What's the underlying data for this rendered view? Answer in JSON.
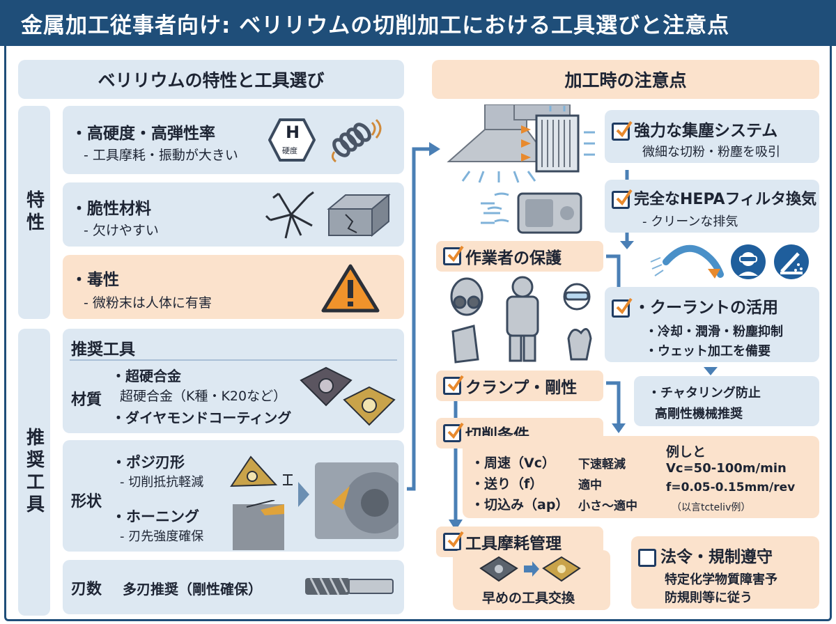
{
  "header": {
    "title": "金属加工従事者向け: ベリリウムの切削加工における工具選びと注意点"
  },
  "left": {
    "section_title": "ベリリウムの特性と工具選び",
    "side_char": "特性",
    "side_tool": "推奨工具",
    "char1": {
      "title": "・高硬度・高弾性率",
      "sub": "- 工具摩耗・振動が大きい",
      "icon_text": "H",
      "icon_sub": "硬度"
    },
    "char2": {
      "title": "・脆性材料",
      "sub": "- 欠けやすい"
    },
    "char3": {
      "title": "・毒性",
      "sub": "- 微粉末は人体に有害"
    },
    "tools_title": "推奨工具",
    "material": {
      "label": "材質",
      "l1": "・超硬合金",
      "l2": "超硬合金（K種・K20など）",
      "l3": "・ダイヤモンドコーティング"
    },
    "shape": {
      "label": "形状",
      "l1": "・ポジ刃形",
      "l2": "- 切削抵抗軽減",
      "l3": "・ホーニング",
      "l4": "- 刃先強度確保"
    },
    "flutes": {
      "label": "刃数",
      "value": "多刃推奨（剛性確保）"
    }
  },
  "right": {
    "section_title": "加工時の注意点",
    "dust": {
      "title": "強力な集塵システム",
      "sub": "微細な切粉・粉塵を吸引"
    },
    "hepa": {
      "title": "完全なHEPAフィルタ換気",
      "sub": "- クリーンな排気"
    },
    "worker": {
      "title": "作業者の保護"
    },
    "coolant": {
      "title": "・クーラントの活用",
      "l1": "・冷却・潤滑・粉塵抑制",
      "l2": "・ウェット加工を備要"
    },
    "clamp": {
      "title": "クランプ・剛性",
      "l1": "・チャタリング防止",
      "l2": "高剛性機械推奨"
    },
    "cutting": {
      "title": "切削条件",
      "rows": [
        {
          "name": "・周速（Vc）",
          "val": "下速軽減"
        },
        {
          "name": "・送り（f）",
          "val": "適中"
        },
        {
          "name": "・切込み（ap）",
          "val": "小さ〜適中"
        }
      ],
      "ex_title": "例しと",
      "ex1": "Vc=50-100m/min",
      "ex2": "f=0.05-0.15mm/rev",
      "ex3": "（以言tcteliv例）"
    },
    "wear": {
      "title": "工具摩耗管理",
      "sub": "早めの工具交換"
    },
    "law": {
      "title": "法令・規制遵守",
      "l1": "特定化学物質障害予",
      "l2": "防規則等に従う"
    }
  },
  "colors": {
    "navy": "#1f4e79",
    "light_blue": "#dde8f2",
    "peach": "#fbe2cc",
    "orange": "#e88a2e",
    "arrow_blue": "#4a7fb5"
  }
}
